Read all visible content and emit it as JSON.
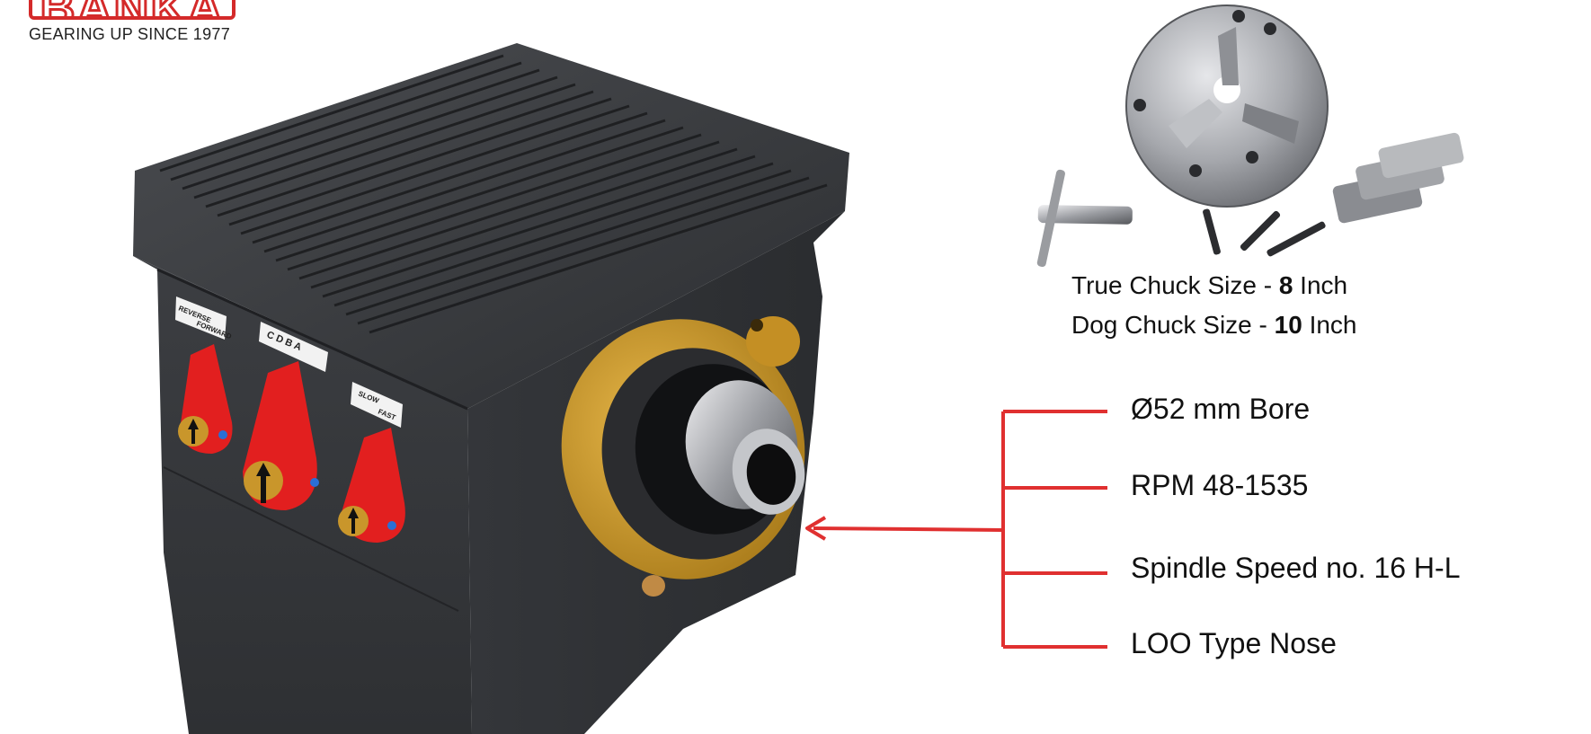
{
  "logo": {
    "brand": "BANKA",
    "tagline": "GEARING UP SINCE 1977"
  },
  "machine_labels": {
    "reverse": "REVERSE",
    "forward": "FORWARD",
    "gears": "C  D  B  A",
    "slow": "SLOW",
    "fast": "FAST"
  },
  "chuck": {
    "true_prefix": "True Chuck Size - ",
    "true_value": "8",
    "true_unit": " Inch",
    "dog_prefix": "Dog Chuck Size - ",
    "dog_value": "10",
    "dog_unit": " Inch"
  },
  "features": [
    "Ø52 mm Bore",
    "RPM 48-1535",
    "Spindle Speed no. 16 H-L",
    "LOO Type Nose"
  ],
  "colors": {
    "accent_red": "#e03030",
    "body_dark": "#3b3d40",
    "lever_red": "#e21f1f",
    "flange_gold": "#c99a2a"
  },
  "icons": [
    "chuck-image",
    "chuck-key-icon",
    "chuck-bolts-icon",
    "chuck-jaws-icon",
    "arrow-pointer"
  ]
}
